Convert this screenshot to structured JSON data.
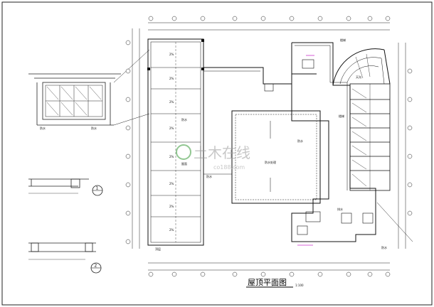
{
  "drawing": {
    "title": "屋顶平面图",
    "scale": "1:100",
    "detail_ref_1": "1",
    "detail_ref_2": "2"
  },
  "watermark": {
    "text_cn": "土木在线",
    "text_url": "co188.com"
  },
  "notes": {
    "roof_left": "防水",
    "roof_right_small": "防水",
    "elev_label": "屋面",
    "corner_note": "顶层",
    "center_note_a": "防水",
    "center_note_b": "防水处理",
    "stair_note": "楼梯",
    "detail_note_1": "防水",
    "detail_note_2": "防水",
    "right_note_1": "楼梯",
    "right_note_2": "天沟",
    "right_note_3": "排水",
    "right_note_4": "防水"
  },
  "colors": {
    "line": "#1a1a1a",
    "thin": "#333333",
    "accent_magenta": "#cc33cc",
    "watermark_green": "#3a9a3a"
  }
}
